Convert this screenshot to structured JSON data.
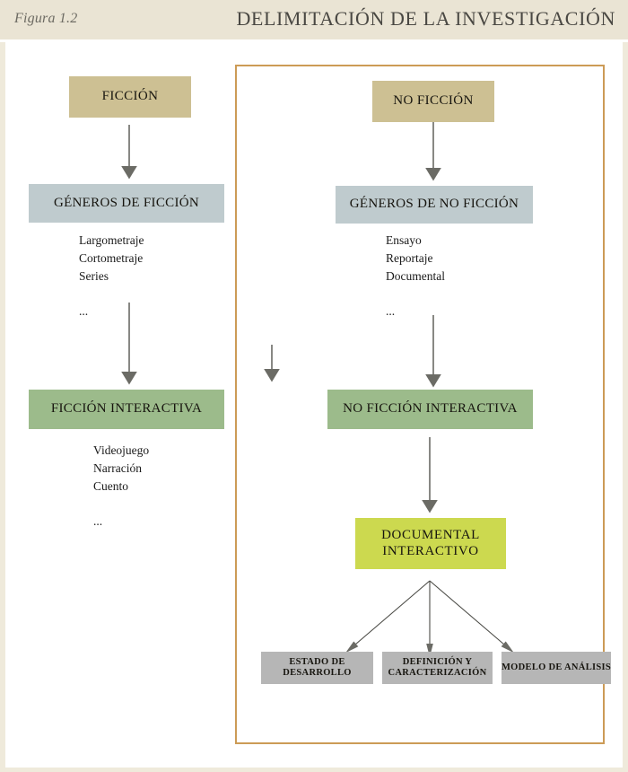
{
  "header": {
    "figure_label": "Figura 1.2",
    "title": "DELIMITACIÓN DE LA INVESTIGACIÓN",
    "band_color": "#eae4d4",
    "title_color": "#4a4843"
  },
  "highlight_frame": {
    "name": "no-ficcion-highlight-frame",
    "border_color": "#cc9b56"
  },
  "colors": {
    "tan": "#cdc093",
    "blue": "#bfcbce",
    "green": "#9cbb8b",
    "yellow": "#ccd94f",
    "gray": "#b6b6b6",
    "arrow": "#6b6b65",
    "page_frame": "#efeadb"
  },
  "diagram": {
    "left_branch": {
      "root": "FICCIÓN",
      "genres_box": "GÉNEROS DE FICCIÓN",
      "genres_list": "Largometraje\nCortometraje\nSeries\n\n...",
      "interactive_box": "FICCIÓN INTERACTIVA",
      "interactive_list": "Videojuego\nNarración\nCuento\n\n..."
    },
    "right_branch": {
      "root": "NO FICCIÓN",
      "genres_box": "GÉNEROS DE NO FICCIÓN",
      "genres_list": "Ensayo\nReportaje\nDocumental\n\n...",
      "interactive_box": "NO FICCIÓN INTERACTIVA",
      "focus_box": "DOCUMENTAL\nINTERACTIVO"
    },
    "outcomes": [
      {
        "label": "ESTADO DE\nDESARROLLO"
      },
      {
        "label": "DEFINICIÓN Y\nCARACTERIZACIÓN"
      },
      {
        "label": "MODELO DE ANÁLISIS"
      }
    ]
  }
}
